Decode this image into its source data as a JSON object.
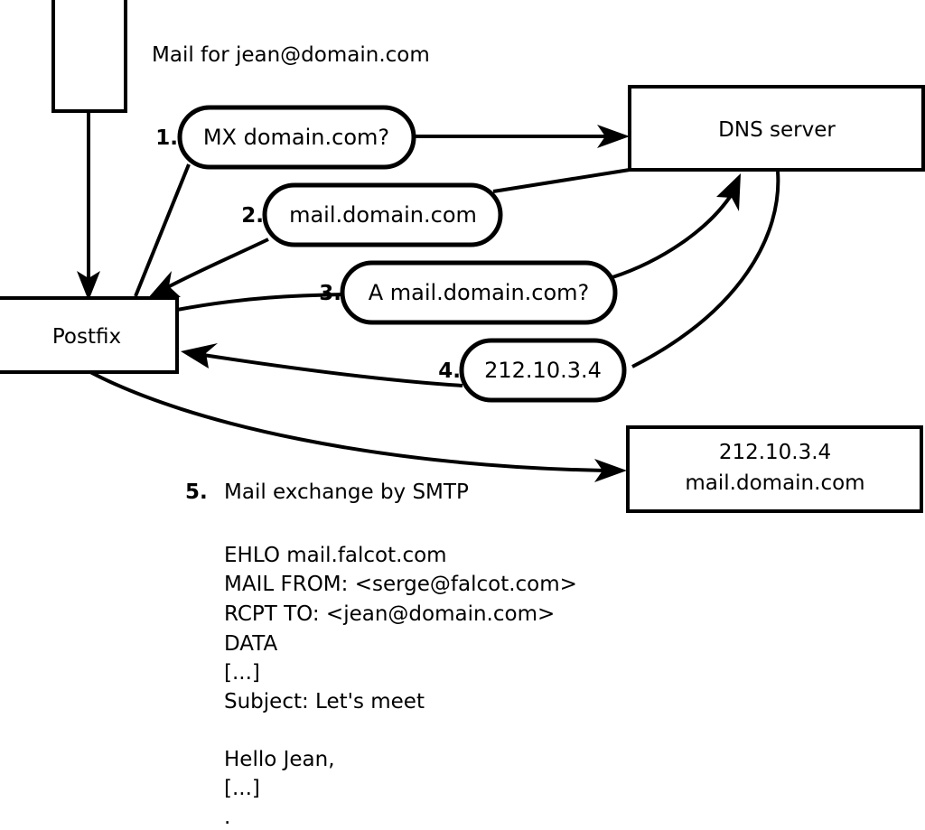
{
  "diagram": {
    "title": "Mail for jean@domain.com",
    "nodes": {
      "client": {
        "label": ""
      },
      "postfix": {
        "label": "Postfix"
      },
      "dns": {
        "label": "DNS server"
      },
      "mailserver": {
        "line1": "212.10.3.4",
        "line2": "mail.domain.com"
      }
    },
    "steps": [
      {
        "num": "1.",
        "label": "MX domain.com?"
      },
      {
        "num": "2.",
        "label": "mail.domain.com"
      },
      {
        "num": "3.",
        "label": "A mail.domain.com?"
      },
      {
        "num": "4.",
        "label": "212.10.3.4"
      }
    ],
    "step5": {
      "num": "5.",
      "label": "Mail exchange by SMTP",
      "transcript": [
        "EHLO mail.falcot.com",
        "MAIL FROM: <serge@falcot.com>",
        "RCPT TO: <jean@domain.com>",
        "DATA",
        "[...]",
        "Subject: Let's meet",
        "",
        "Hello Jean,",
        "[...]",
        "."
      ]
    },
    "colors": {
      "stroke": "#000000",
      "fill": "#ffffff",
      "text": "#000000"
    }
  }
}
